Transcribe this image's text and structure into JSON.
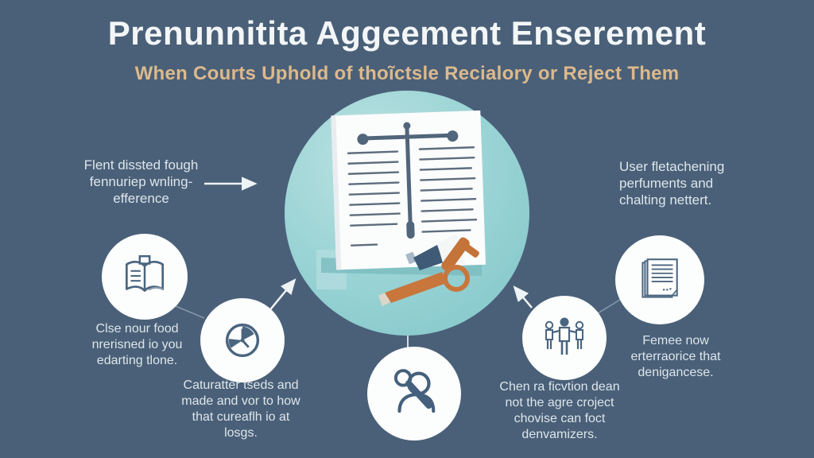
{
  "header": {
    "title": "Prenunnitita Aggeement Enserement",
    "subtitle": "When Courts Uphold of thoĩctsle Recialory or Reject Them"
  },
  "notes": {
    "left": {
      "line1": "Flent dissted fough",
      "line2": "fennuriep wnling-",
      "line3": "efference"
    },
    "right": {
      "line1": "User fletachening",
      "line2": "perfuments and",
      "line3": "chalting nettert."
    }
  },
  "captions": {
    "book": {
      "line1": "Clse nour food",
      "line2": "nrerisned io you",
      "line3": "edarting tlone."
    },
    "clock": {
      "line1": "Caturatter tseds and",
      "line2": "made and vor to how",
      "line3": "that cureaflh io at",
      "line4": "losgs."
    },
    "people": {
      "line1": "Chen ra ficvtion dean",
      "line2": "not the agre croject",
      "line3": "chovise can foct",
      "line4": "denvamizers."
    },
    "documents": {
      "line1": "Femee now",
      "line2": "erterraorice that",
      "line3": "denigancese."
    }
  },
  "icons": {
    "center": "contract-scale-gavel-illustration",
    "book": "open-book-icon",
    "clock": "clock-icon",
    "person_search": "person-magnifier-icon",
    "people": "family-negotiation-icon",
    "documents": "stacked-documents-icon"
  },
  "colors": {
    "background": "#4a6078",
    "teal_circle": "#8ccccf",
    "teal_light": "#bce2e2",
    "node_circle": "#fcfdfd",
    "icon_slate": "#4a657f",
    "accent_orange": "#c8763c",
    "megaphone_blue": "#3e5a76",
    "title_white": "#f3f6f7",
    "subtitle_tan": "#dcb98c",
    "caption_gray": "#dde5eb"
  }
}
